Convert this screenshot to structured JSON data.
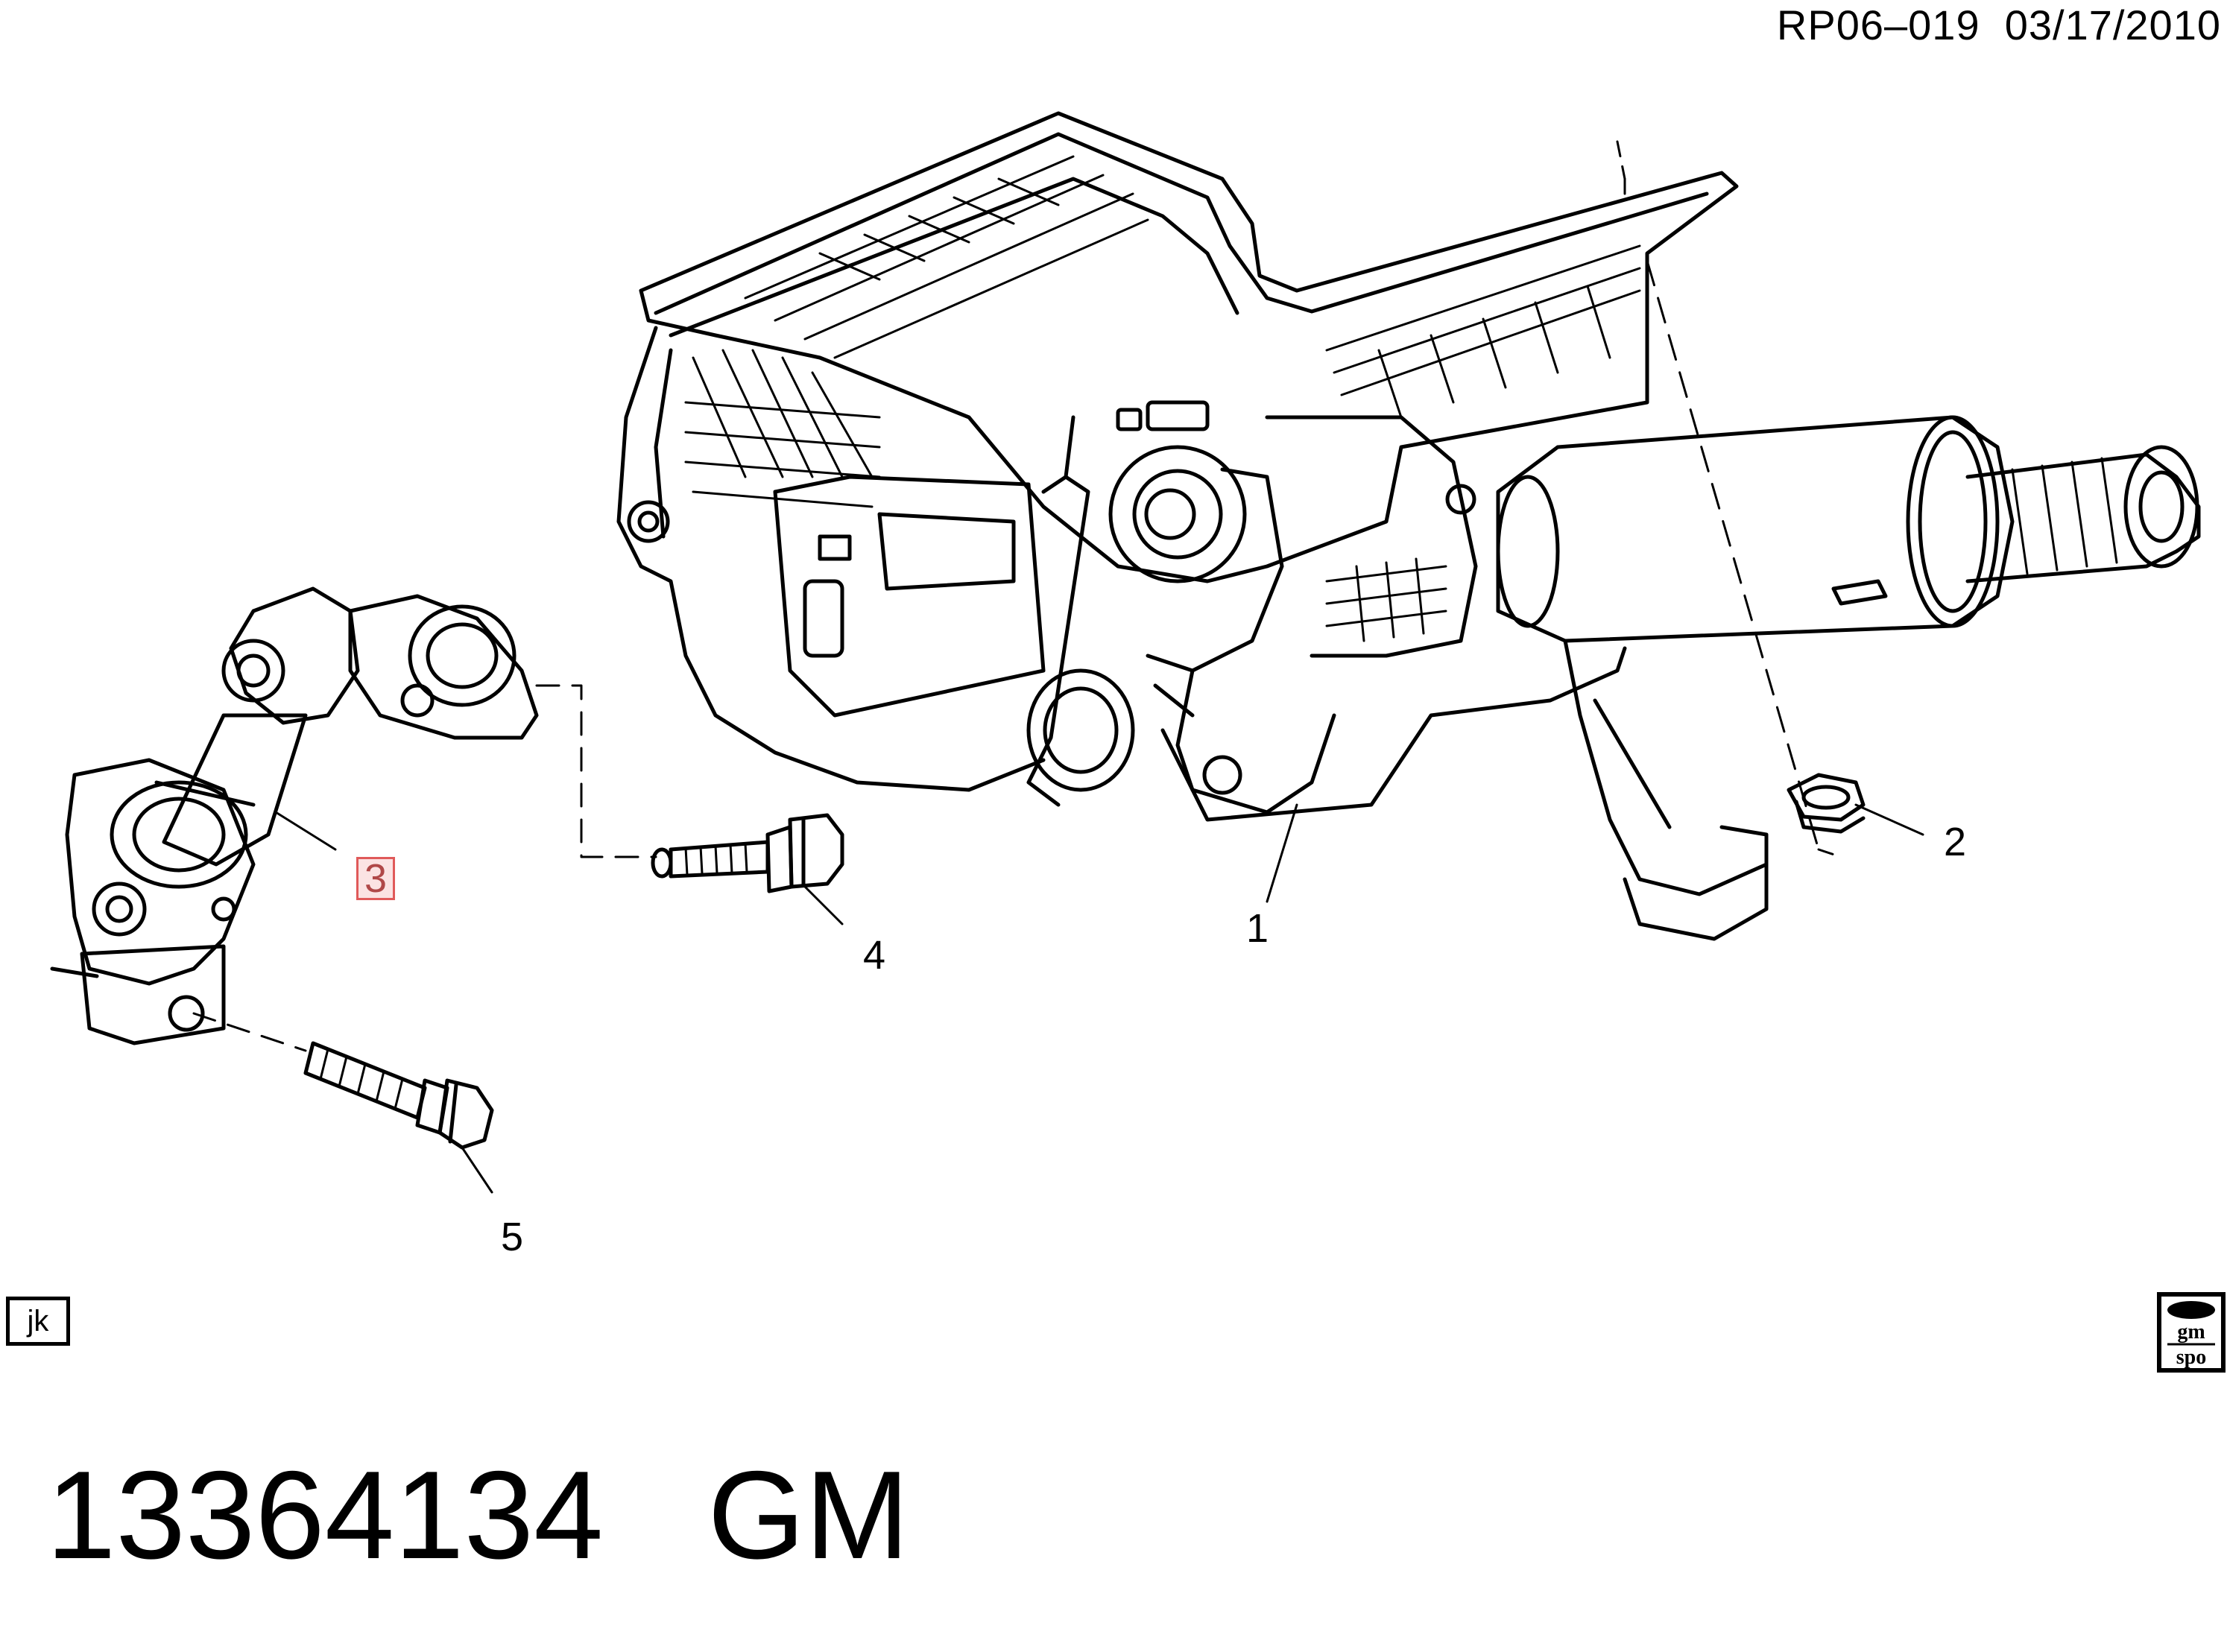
{
  "header": {
    "ref_code": "RP06–019",
    "date": "03/17/2010"
  },
  "callouts": [
    {
      "id": "1",
      "label": "1",
      "highlighted": false
    },
    {
      "id": "2",
      "label": "2",
      "highlighted": false
    },
    {
      "id": "3",
      "label": "3",
      "highlighted": true
    },
    {
      "id": "4",
      "label": "4",
      "highlighted": false
    },
    {
      "id": "5",
      "label": "5",
      "highlighted": false
    }
  ],
  "corner_tag": "jk",
  "logo": {
    "icon": "gm-spo-logo-icon",
    "text_line1": "gm",
    "text_line2": "spo"
  },
  "footer": {
    "part_number": "13364134",
    "brand": "GM"
  },
  "colors": {
    "line": "#000000",
    "highlight_border": "#e05a5a",
    "highlight_fill": "#fbe3e3"
  }
}
